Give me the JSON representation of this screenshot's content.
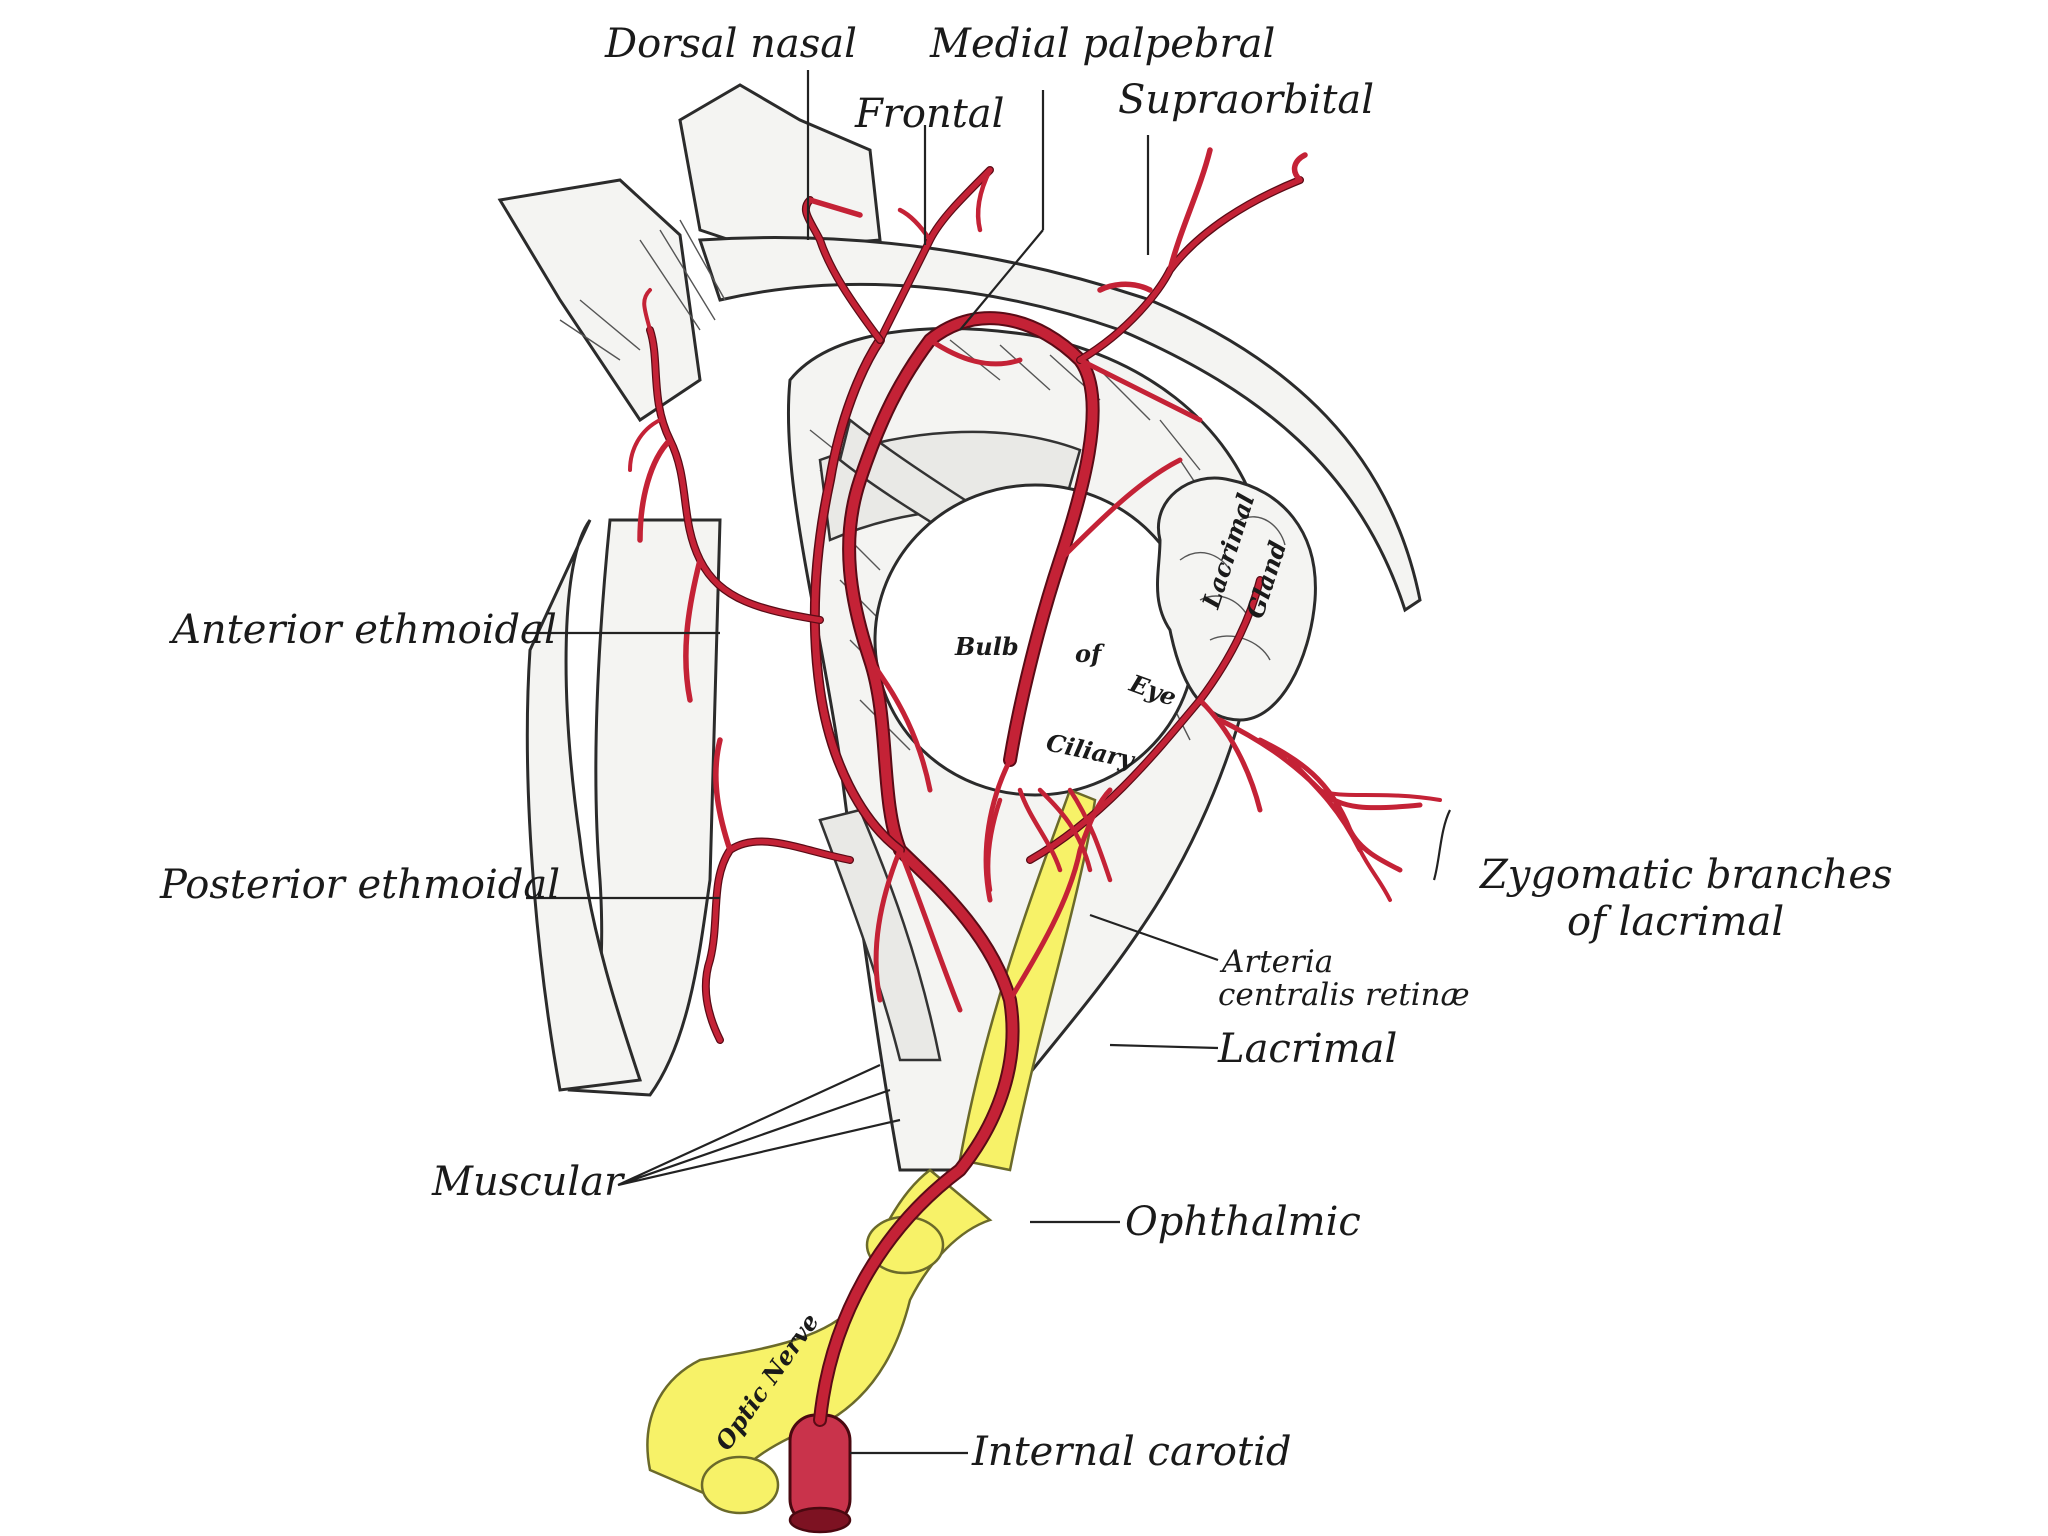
{
  "labels": {
    "dorsal_nasal": "Dorsal nasal",
    "medial_palpebral": "Medial palpebral",
    "frontal": "Frontal",
    "supraorbital": "Supraorbital",
    "anterior_ethmoidal": "Anterior ethmoidal",
    "posterior_ethmoidal": "Posterior ethmoidal",
    "zygomatic_line1": "Zygomatic branches",
    "zygomatic_line2": "of lacrimal",
    "arteria_line1": "Arteria",
    "arteria_line2": "centralis retinæ",
    "lacrimal": "Lacrimal",
    "muscular": "Muscular",
    "ophthalmic": "Ophthalmic",
    "internal_carotid": "Internal carotid",
    "bulb": "Bulb",
    "of": "of",
    "eye": "Eye",
    "ciliary": "Ciliary",
    "lacrimal_gland_1": "Lacrimal",
    "lacrimal_gland_2": "Gland",
    "optic_nerve": "Optic Nerve"
  },
  "colors": {
    "artery": "#c42236",
    "nerve": "#f7f268",
    "ink": "#1a1a1a"
  }
}
